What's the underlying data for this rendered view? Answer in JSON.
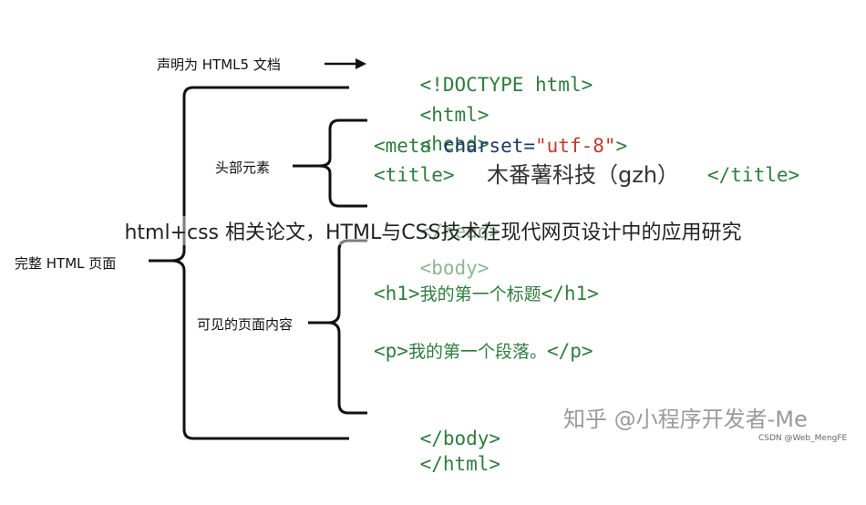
{
  "annotations": {
    "doctype_label": "声明为 HTML5 文档",
    "head_label": "头部元素",
    "html_label": "完整 HTML 页面",
    "body_label": "可见的页面内容"
  },
  "code": {
    "doctype": "<!DOCTYPE html>",
    "html_open": "<html>",
    "head_open": "<head>",
    "meta_open": "<meta ",
    "meta_attr": "charset=",
    "meta_value": "\"utf-8\"",
    "meta_close": ">",
    "title_open": "<title>",
    "title_text": "木番薯科技（gzh）",
    "title_close": "</title>",
    "head_close": "</head>",
    "body_open": "<body>",
    "h1_open": "<h1>",
    "h1_text": "我的第一个标题",
    "h1_close": "</h1>",
    "p_open": "<p>",
    "p_text": "我的第一个段落。",
    "p_close": "</p>",
    "body_close": "</body>",
    "html_close": "</html>"
  },
  "overlay": {
    "title": "html+css 相关论文，HTML与CSS技术在现代网页设计中的应用研究"
  },
  "watermark": {
    "text": "知乎 @小程序开发者-Me",
    "credit": "CSDN @Web_MengFE"
  },
  "colors": {
    "tag": "#2e7d3c",
    "attr": "#1d3b6b",
    "string": "#c0392b",
    "bracket_line": "#111111"
  }
}
